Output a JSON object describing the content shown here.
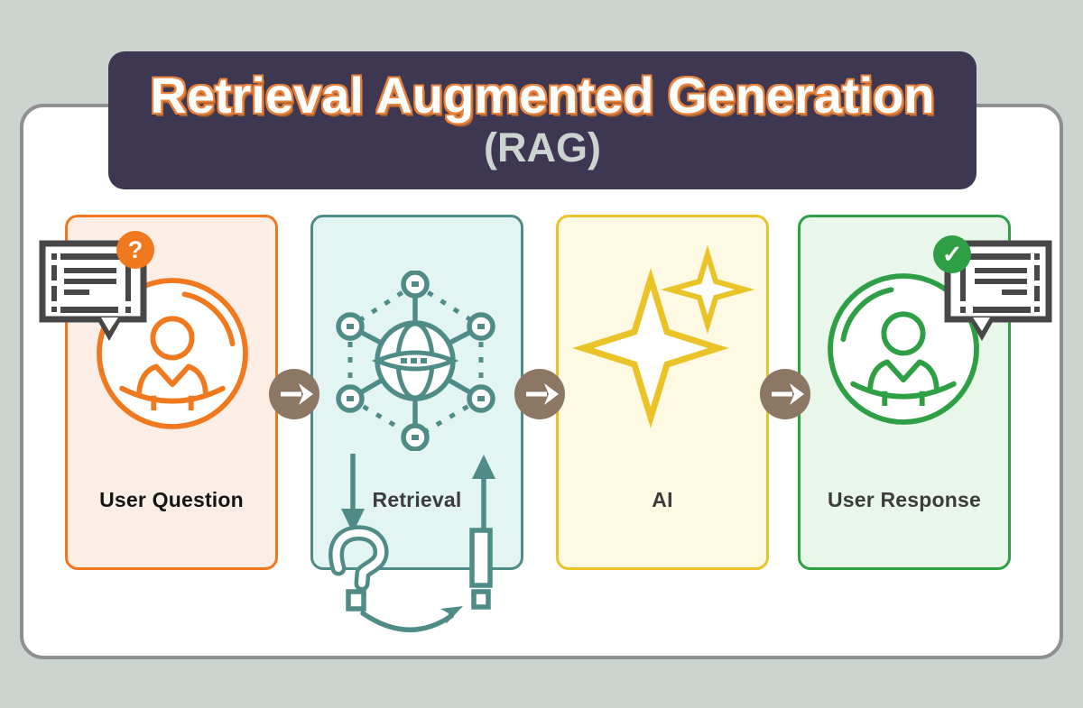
{
  "header": {
    "title": "Retrieval Augmented Generation",
    "subtitle": "(RAG)"
  },
  "flow": {
    "sequence": [
      "User Question",
      "Retrieval",
      "AI",
      "User Response"
    ],
    "connector_icon": "arrow-right-circle"
  },
  "panels": [
    {
      "label": "User Question",
      "icon": "person-with-speech-bubble",
      "badge": "?",
      "badge_meaning": "question"
    },
    {
      "label": "Retrieval",
      "icon": "network-globe",
      "extra_icons": [
        "down-arrow",
        "up-arrow",
        "question-mark",
        "exclamation-mark",
        "curved-arrow"
      ]
    },
    {
      "label": "AI",
      "icon": "sparkle-stars"
    },
    {
      "label": "User Response",
      "icon": "person-with-speech-bubble",
      "badge": "✓",
      "badge_meaning": "check"
    }
  ],
  "colors": {
    "page_bg": "#ccd4cf",
    "card_border": "#8d908e",
    "header_bg": "#3e3752",
    "title_outline": "#e8823d",
    "title_shadow": "#a8602d",
    "rag": "#ccd4cf",
    "orange": "#f0791f",
    "panel_orange_bg": "#fdeee5",
    "teal": "#4f8b87",
    "panel_teal_bg": "#e3f5f3",
    "yellow": "#e9c327",
    "panel_yellow_bg": "#fdf9e3",
    "green": "#2f9f45",
    "panel_green_bg": "#e9f6ea",
    "brown": "#8b7764",
    "dark": "#474747",
    "label_black": "#151515",
    "label_dark": "#3c3c3c"
  }
}
